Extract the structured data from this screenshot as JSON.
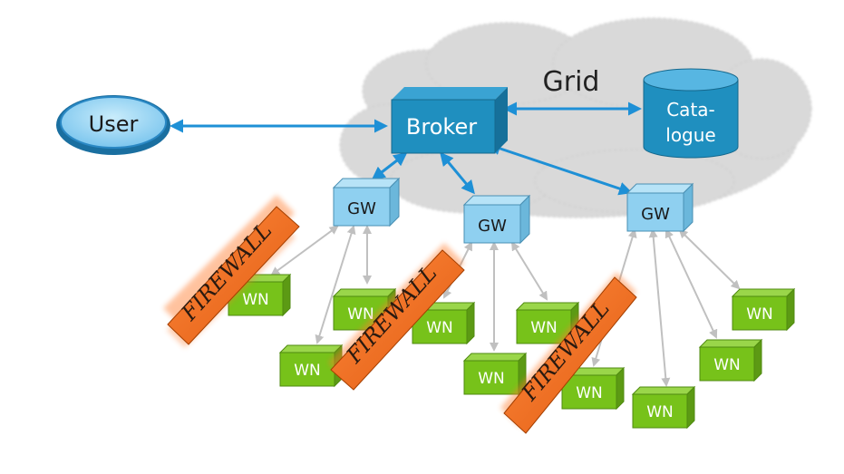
{
  "diagram": {
    "grid_label": "Grid",
    "user_label": "User",
    "broker_label": "Broker",
    "catalogue_line1": "Cata-",
    "catalogue_line2": "logue",
    "gateway_label": "GW",
    "worker_label": "WN",
    "firewall_label": "FIREWALL"
  },
  "colors": {
    "cloud": "#d9d9d9",
    "broker": "#1f8fbf",
    "catalogue": "#1f8fbf",
    "gateway": "#8fd0f0",
    "worker": "#77c21a",
    "firewall": "#f06a1c",
    "primary_arrow": "#1e90d6",
    "secondary_arrow": "#c0c0c0"
  }
}
